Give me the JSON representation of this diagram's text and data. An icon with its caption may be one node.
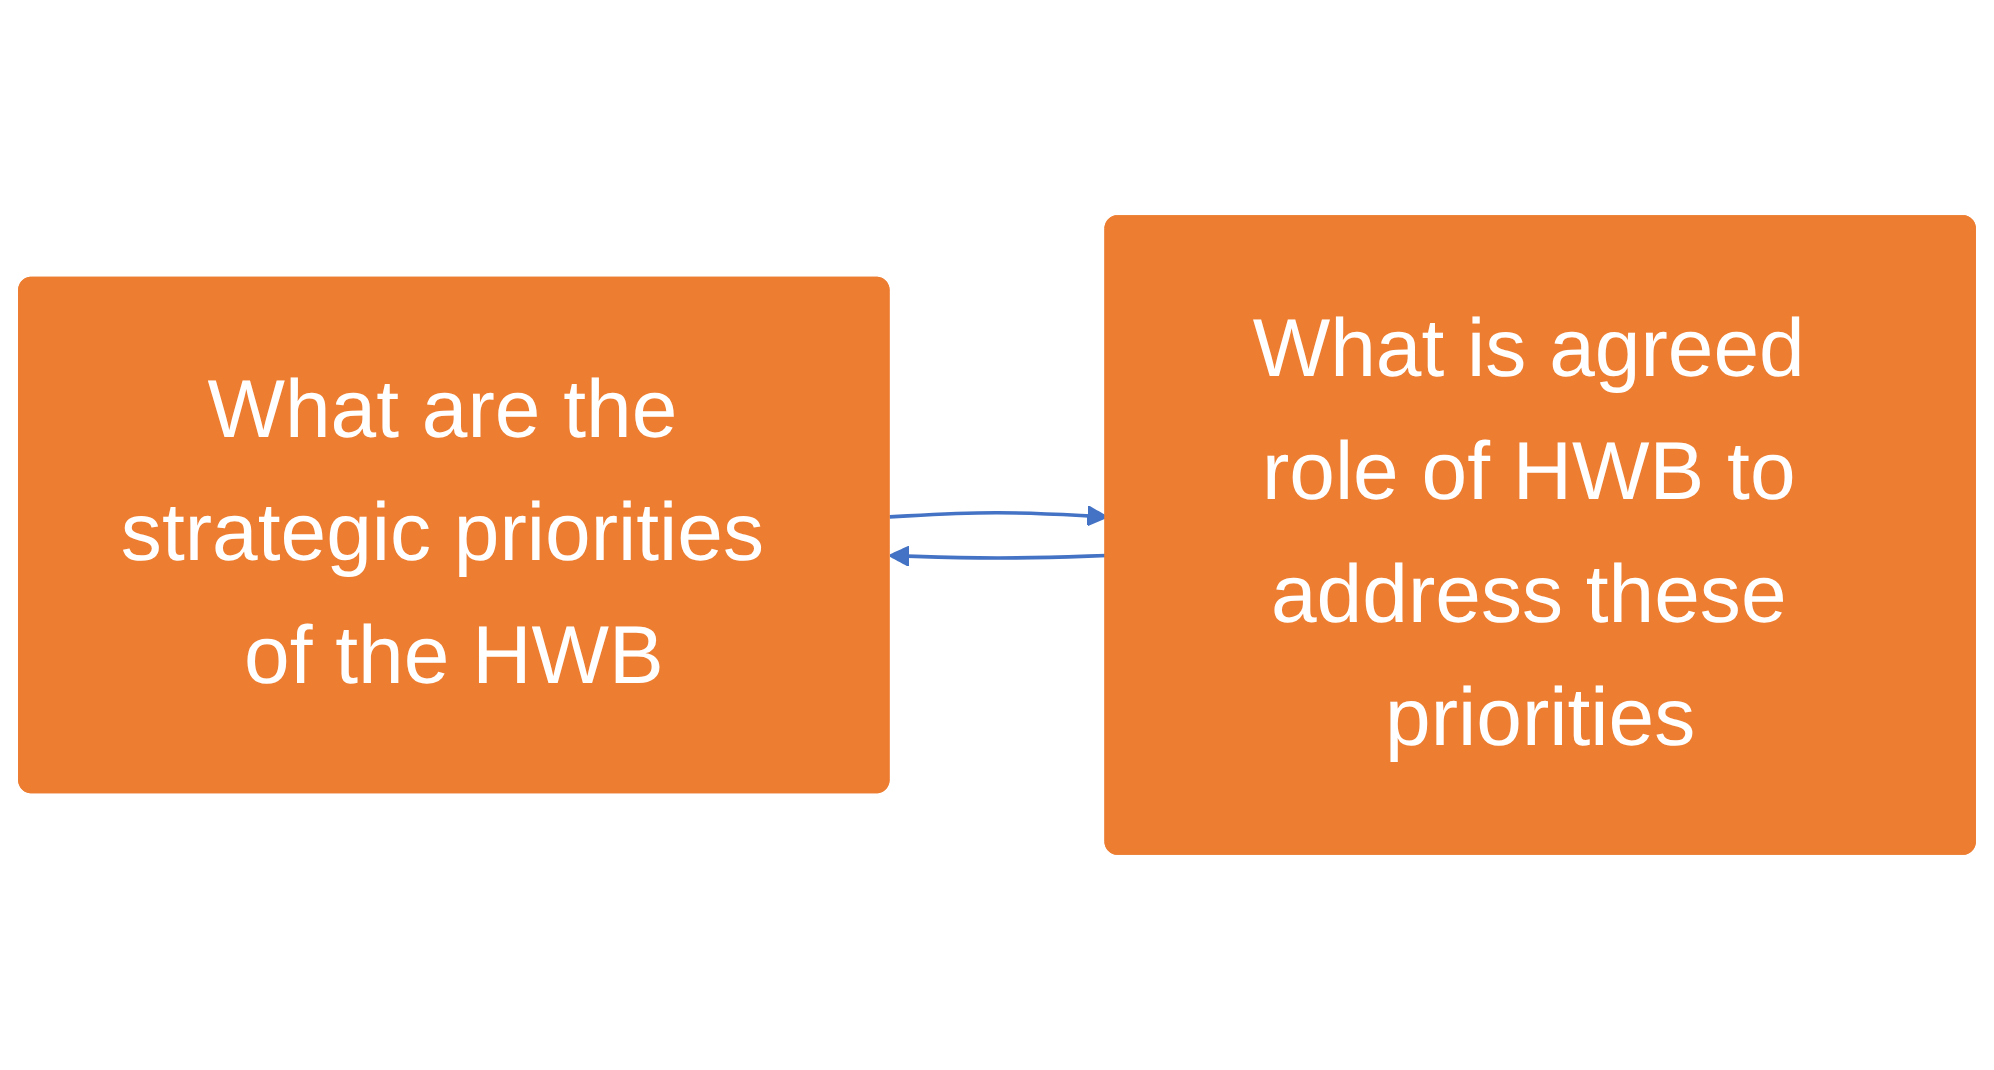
{
  "diagram": {
    "nodes": [
      {
        "text": [
          "What are the strategic priorities of the HWB"
        ]
      },
      {
        "text": [
          "What is agreed role of HWB to address these priorities"
        ]
      }
    ],
    "edges": [
      {
        "from": 0,
        "to": 1,
        "arrow": "to"
      },
      {
        "from": 1,
        "to": 0,
        "arrow": "to"
      }
    ]
  }
}
